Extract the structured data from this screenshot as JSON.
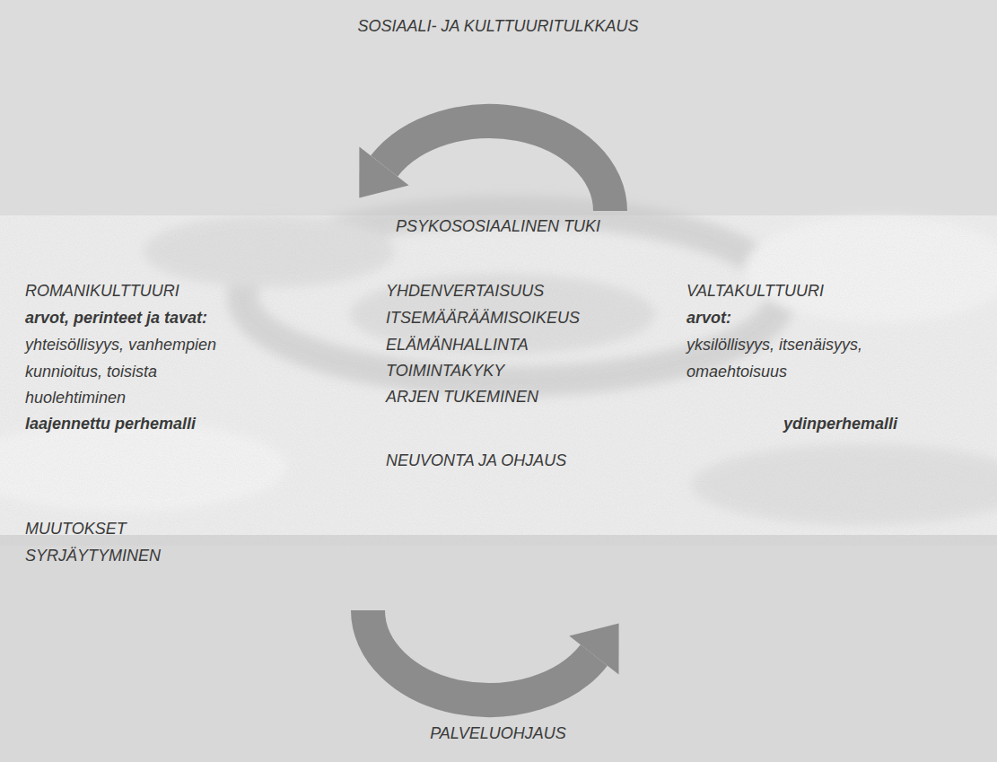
{
  "diagram": {
    "nodes": [
      {
        "text": [
          "SOSIAALI- JA KULTTUURITULKKAUS"
        ]
      },
      {
        "text": [
          "PSYKOSOSIAALINEN TUKI",
          "ROMANIKULTTUURI",
          "arvot, perinteet ja tavat:",
          "yhteisöllisyys, vanhempien kunnioitus, toisista huolehtiminen",
          "laajennettu perhemalli",
          "YHDENVERTAISUUS",
          "ITSEMÄÄRÄÄMISOIKEUS",
          "ELÄMÄNHALLINTA",
          "TOIMINTAKYKY",
          "ARJEN TUKEMINEN",
          "VALTAKULTTUURI",
          "arvot:",
          "yksilöllisyys, itsenäisyys, omaehtoisuus",
          "ydinperhemalli",
          "NEUVONTA JA OHJAUS",
          "MUUTOKSET"
        ]
      },
      {
        "text": [
          "SYRJÄYTYMINEN",
          "PALVELUOHJAUS"
        ]
      }
    ]
  }
}
